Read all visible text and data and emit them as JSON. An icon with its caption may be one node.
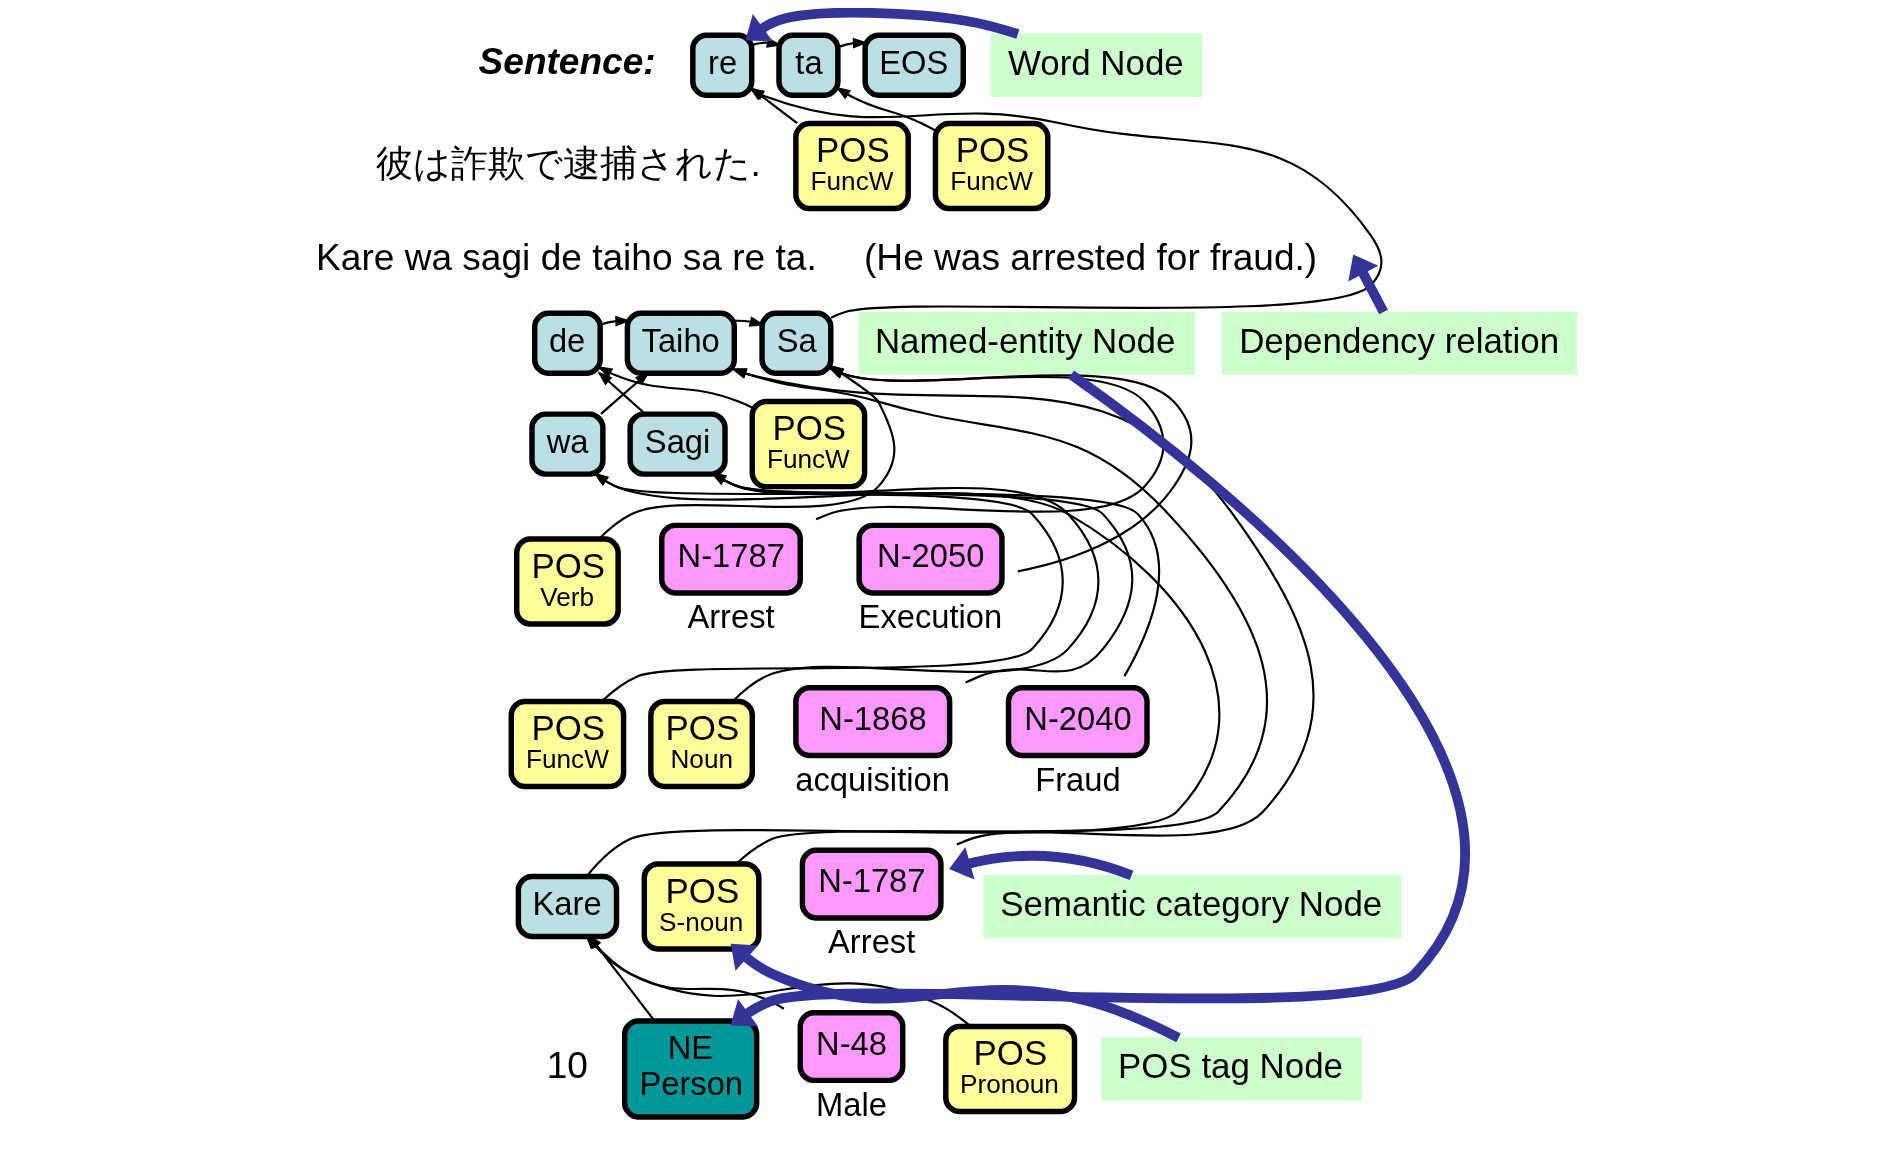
{
  "diagram": {
    "nodes": [
      {
        "text": [
          "re"
        ]
      },
      {
        "text": [
          "ta"
        ]
      },
      {
        "text": [
          "EOS"
        ]
      },
      {
        "text": [
          "POS",
          "FuncW"
        ]
      },
      {
        "text": [
          "POS",
          "FuncW"
        ]
      },
      {
        "text": [
          "de"
        ]
      },
      {
        "text": [
          "Taiho"
        ]
      },
      {
        "text": [
          "Sa"
        ]
      },
      {
        "text": [
          "wa"
        ]
      },
      {
        "text": [
          "Sagi"
        ]
      },
      {
        "text": [
          "POS",
          "FuncW"
        ]
      },
      {
        "text": [
          "POS",
          "Verb"
        ]
      },
      {
        "text": [
          "N-1787"
        ],
        "beside": [
          "Arrest"
        ]
      },
      {
        "text": [
          "N-2050"
        ],
        "beside": [
          "Execution"
        ]
      },
      {
        "text": [
          "POS",
          "FuncW"
        ]
      },
      {
        "text": [
          "POS",
          "Noun"
        ]
      },
      {
        "text": [
          "N-1868"
        ],
        "beside": [
          "acquisition"
        ]
      },
      {
        "text": [
          "N-2040"
        ],
        "beside": [
          "Fraud"
        ]
      },
      {
        "text": [
          "Kare"
        ]
      },
      {
        "text": [
          "POS",
          "S-noun"
        ]
      },
      {
        "text": [
          "N-1787"
        ],
        "beside": [
          "Arrest"
        ]
      },
      {
        "text": [
          "NE",
          "Person"
        ]
      },
      {
        "text": [
          "N-48"
        ],
        "beside": [
          "Male"
        ]
      },
      {
        "text": [
          "POS",
          "Pronoun"
        ]
      },
      {
        "text": [
          "Word Node"
        ]
      },
      {
        "text": [
          "Named-entity Node"
        ]
      },
      {
        "text": [
          "Dependency relation"
        ]
      },
      {
        "text": [
          "Semantic category Node"
        ]
      },
      {
        "text": [
          "POS tag Node"
        ]
      }
    ],
    "edges": [
      {
        "from": 18,
        "to": 8,
        "arrow": "to"
      },
      {
        "from": 8,
        "to": 6,
        "arrow": "to"
      },
      {
        "from": 9,
        "to": 5,
        "arrow": "to"
      },
      {
        "from": 5,
        "to": 6,
        "arrow": "to"
      },
      {
        "from": 6,
        "to": 7,
        "arrow": "to"
      },
      {
        "from": 7,
        "to": 0,
        "arrow": "to"
      },
      {
        "from": 0,
        "to": 1,
        "arrow": "to"
      },
      {
        "from": 1,
        "to": 2,
        "arrow": "to"
      },
      {
        "from": 3,
        "to": 0,
        "arrow": "to"
      },
      {
        "from": 4,
        "to": 1,
        "arrow": "to"
      },
      {
        "from": 10,
        "to": 5,
        "arrow": "to"
      },
      {
        "from": 11,
        "to": 7,
        "arrow": "to"
      },
      {
        "from": 12,
        "to": 7,
        "arrow": "to"
      },
      {
        "from": 13,
        "to": 7,
        "arrow": "to"
      },
      {
        "from": 14,
        "to": 8,
        "arrow": "to"
      },
      {
        "from": 15,
        "to": 9,
        "arrow": "to"
      },
      {
        "from": 16,
        "to": 9,
        "arrow": "to"
      },
      {
        "from": 17,
        "to": 9,
        "arrow": "to"
      },
      {
        "from": 19,
        "to": 6,
        "arrow": "to"
      },
      {
        "from": 20,
        "to": 6,
        "arrow": "to"
      },
      {
        "from": 21,
        "to": 18,
        "arrow": "to"
      },
      {
        "from": 22,
        "to": 18,
        "arrow": "to"
      },
      {
        "from": 23,
        "to": 18,
        "arrow": "to"
      },
      {
        "from": 24,
        "to": 0,
        "arrow": "to",
        "style": "thick",
        "color": "#333399"
      },
      {
        "from": 25,
        "to": 21,
        "arrow": "to",
        "style": "thick",
        "color": "#333399"
      },
      {
        "from": 26,
        "to": null,
        "arrow": "to",
        "style": "thick",
        "color": "#333399"
      },
      {
        "from": 27,
        "to": 20,
        "arrow": "to",
        "style": "thick",
        "color": "#333399"
      },
      {
        "from": 28,
        "to": 19,
        "arrow": "to",
        "style": "thick",
        "color": "#333399"
      }
    ],
    "labels": [
      "Sentence:",
      "彼は詐欺で逮捕された.",
      "Kare wa sagi de taiho sa re ta.",
      "(He was arrested for fraud.)",
      "10"
    ]
  }
}
